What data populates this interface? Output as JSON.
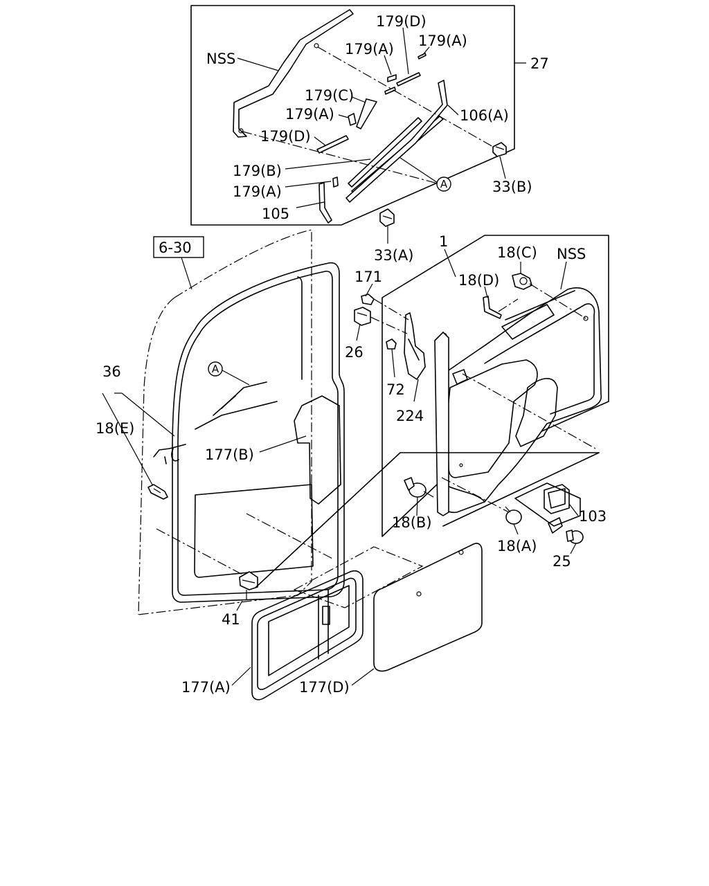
{
  "labels": {
    "nss_top": "NSS",
    "nss_right": "NSS",
    "p27": "27",
    "p179d_top": "179(D)",
    "p179a_top1": "179(A)",
    "p179a_top2": "179(A)",
    "p179c": "179(C)",
    "p179a_mid": "179(A)",
    "p106a": "106(A)",
    "p179d_mid": "179(D)",
    "p179b": "179(B)",
    "p179a_low": "179(A)",
    "p105": "105",
    "p33b": "33(B)",
    "p33a": "33(A)",
    "p6_30": "6-30",
    "p1": "1",
    "p18c": "18(C)",
    "p171": "171",
    "p18d": "18(D)",
    "p26": "26",
    "p72": "72",
    "p224": "224",
    "p36": "36",
    "p18e": "18(E)",
    "p177b": "177(B)",
    "p18b": "18(B)",
    "p18a": "18(A)",
    "p103": "103",
    "p25": "25",
    "p41": "41",
    "p177a": "177(A)",
    "p177d": "177(D)",
    "ref_a1": "A",
    "ref_a2": "A"
  }
}
